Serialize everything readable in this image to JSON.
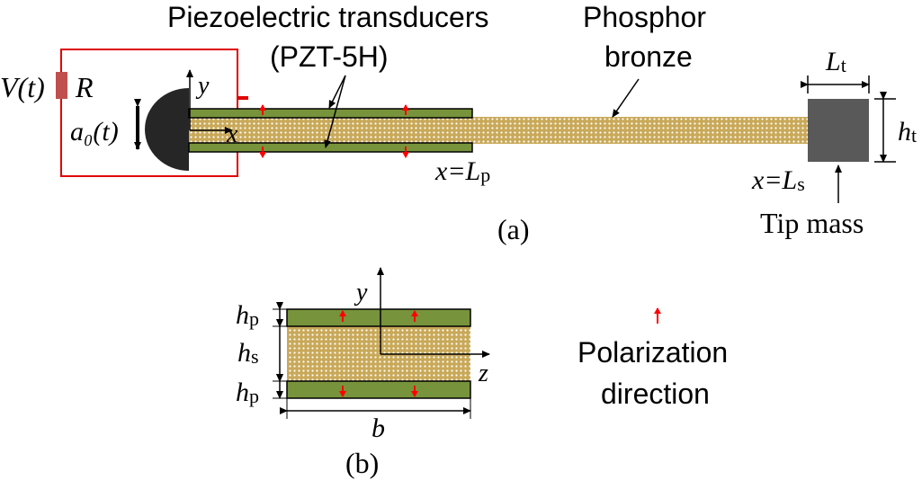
{
  "labels": {
    "piezo_title": "Piezoelectric transducers",
    "piezo_material": "(PZT-5H)",
    "phosphor_1": "Phosphor",
    "phosphor_2": "bronze",
    "voltage": "V(t)",
    "resistor": "R",
    "base_accel": "a₀(t)",
    "axis_y": "y",
    "axis_x": "x",
    "axis_z": "z",
    "x_lp": "x=L",
    "x_lp_sub": "p",
    "x_ls": "x=L",
    "x_ls_sub": "s",
    "lt": "L",
    "lt_sub": "t",
    "ht": "h",
    "ht_sub": "t",
    "tip_mass": "Tip mass",
    "panel_a": "(a)",
    "panel_b": "(b)",
    "hp_top": "h",
    "hp_top_sub": "p",
    "hs": "h",
    "hs_sub": "s",
    "hp_bot": "h",
    "hp_bot_sub": "p",
    "b": "b",
    "legend_1": "Polarization",
    "legend_2": "direction"
  },
  "colors": {
    "circuit": "#e00000",
    "resistor": "#c0504d",
    "piezo": "#77933c",
    "substrate": "#c9a959",
    "tip_mass": "#595959",
    "clamp": "#262626",
    "arrow_red": "#ff0000"
  }
}
